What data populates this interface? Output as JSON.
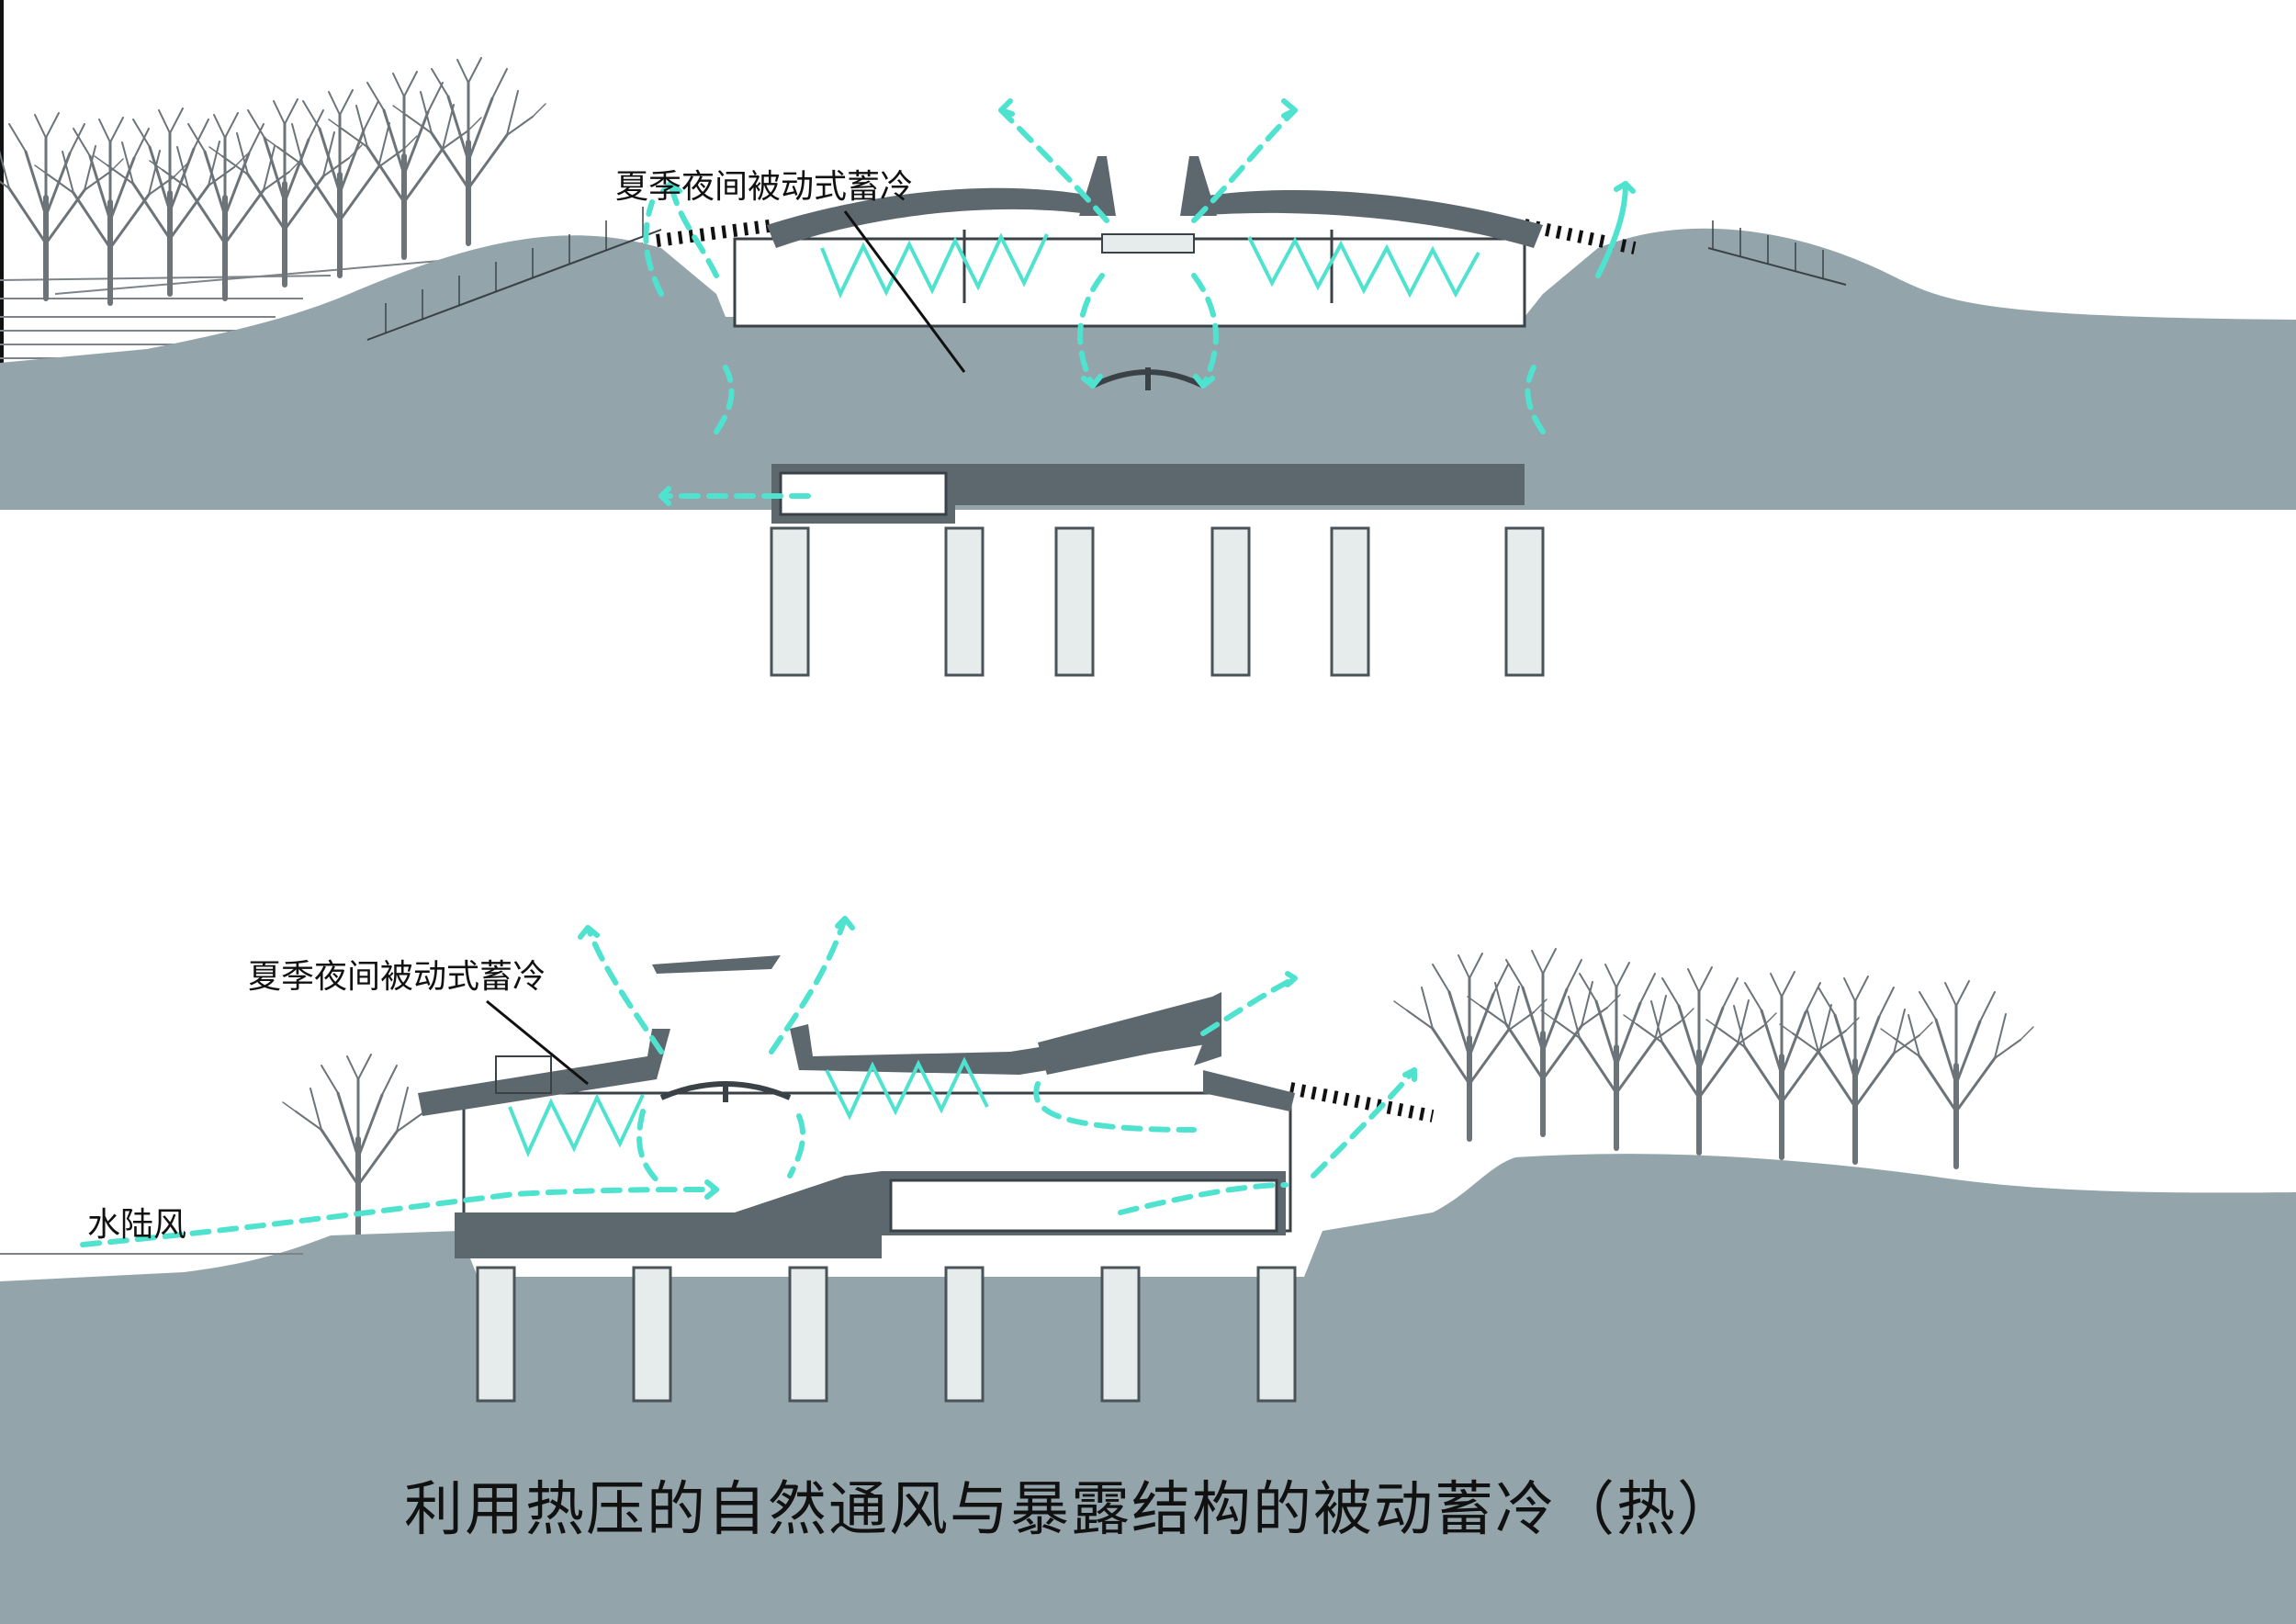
{
  "top_section": {
    "label": "夏季夜间被动式蓄冷"
  },
  "bottom_section": {
    "label": "夏季夜间被动式蓄冷",
    "wind_label": "水陆风"
  },
  "caption": "利用热压的自然通风与暴露结构的被动蓄冷（热）",
  "colors": {
    "airflow": "#4fe3cf",
    "ground": "#93a5ab",
    "structure": "#5d686e",
    "background": "#ffffff"
  },
  "icons": [
    "airflow-arrow-icon",
    "tree-icon"
  ]
}
